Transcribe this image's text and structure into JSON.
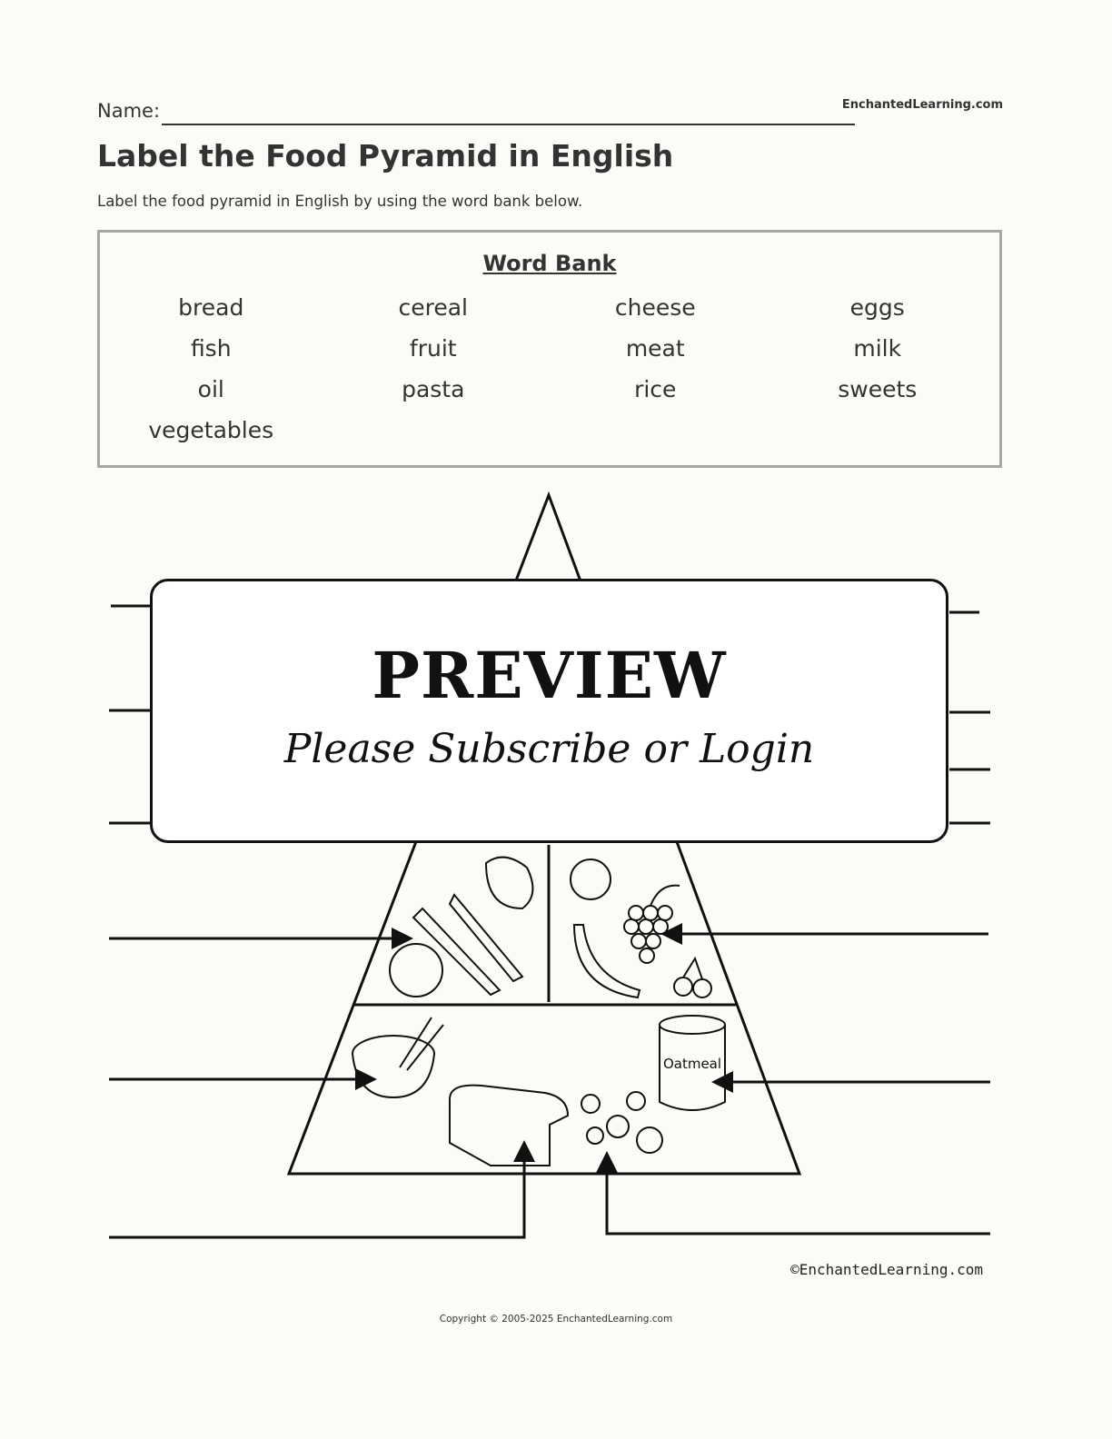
{
  "header": {
    "name_label": "Name:",
    "brand": "EnchantedLearning.com"
  },
  "title": "Label the Food Pyramid in English",
  "subtitle": "Label the food pyramid in English by using the word bank below.",
  "word_bank": {
    "title": "Word Bank",
    "words": [
      "bread",
      "cereal",
      "cheese",
      "eggs",
      "fish",
      "fruit",
      "meat",
      "milk",
      "oil",
      "pasta",
      "rice",
      "sweets",
      "vegetables"
    ]
  },
  "diagram": {
    "oatmeal_label": "Oatmeal",
    "image_credit": "©EnchantedLearning.com"
  },
  "preview": {
    "title": "PREVIEW",
    "subtitle": "Please Subscribe or Login"
  },
  "footer": "Copyright © 2005-2025 EnchantedLearning.com"
}
